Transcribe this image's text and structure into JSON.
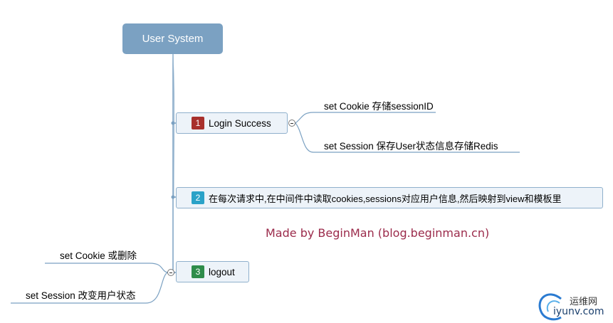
{
  "root": {
    "label": "User System"
  },
  "branches": [
    {
      "number": "1",
      "label": "Login Success",
      "color": "#a8302c",
      "children": [
        "set Cookie 存储sessionID",
        "set Session 保存User状态信息存储Redis"
      ]
    },
    {
      "number": "2",
      "label": "在每次请求中,在中间件中读取cookies,sessions对应用户信息,然后映射到view和模板里",
      "color": "#2aa2c8"
    },
    {
      "number": "3",
      "label": "logout",
      "color": "#2e8c4a",
      "children": [
        "set Cookie 或删除",
        "set Session 改变用户状态"
      ]
    }
  ],
  "watermark": "Made by BeginMan  (blog.beginman.cn)",
  "logo": {
    "name": "运维网",
    "url_text": "iyunv.com"
  },
  "colors": {
    "line": "#7ba1c2",
    "root_bg": "#7ba1c2",
    "node_bg": "#edf3f9",
    "watermark": "#9b2b4b"
  }
}
